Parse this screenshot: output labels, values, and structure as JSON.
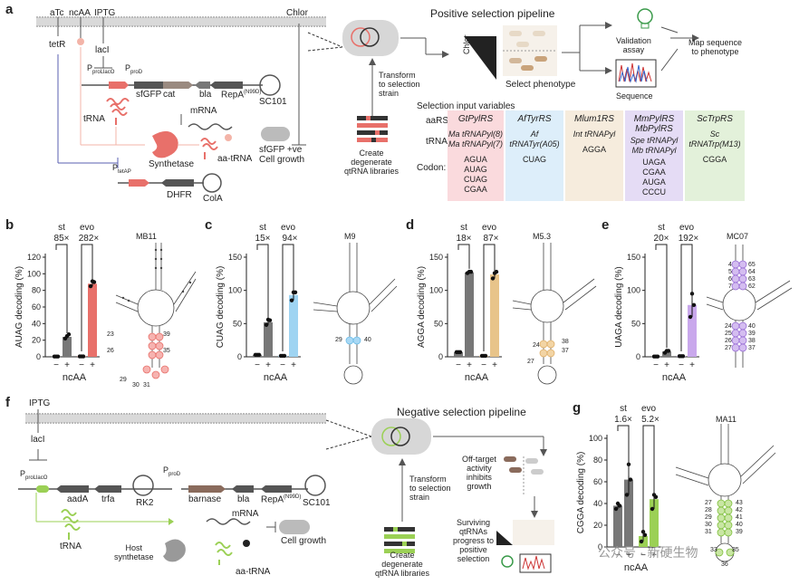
{
  "panels": {
    "a": {
      "label": "a",
      "inducers": {
        "atc": "aTc",
        "ncaa": "ncAA",
        "iptg": "IPTG",
        "chlor": "Chlor"
      },
      "genes": {
        "tetR": "tetR",
        "lacI": "lacI",
        "sfgfp": "sfGFP",
        "cat": "cat",
        "bla": "bla",
        "repa": "RepA",
        "repa_sup": "(N99D)",
        "sc101": "SC101",
        "dhfr": "DHFR",
        "cola": "ColA"
      },
      "promoters": {
        "p_prolaco": "P",
        "p_prolaco_sub": "proLlacO",
        "p_prod": "P",
        "p_prod_sub": "proD",
        "p_tetap": "P",
        "p_tetap_sub": "tetAP"
      },
      "labels": {
        "trna": "tRNA",
        "mrna": "mRNA",
        "synthetase": "Synthetase",
        "aa_trna": "aa-tRNA",
        "sfgfp_ve": "sfGFP +ve",
        "cell_growth": "Cell growth"
      },
      "pipeline": {
        "title": "Positive selection pipeline",
        "transform": "Transform\nto selection\nstrain",
        "create": "Create\ndegenerate\nqtRNA libraries",
        "chlor": "Chlor",
        "select_phenotype": "Select phenotype",
        "validation": "Validation\nassay",
        "sequence": "Sequence",
        "map": "Map sequence\nto phenotype"
      },
      "selection": {
        "title": "Selection input variables",
        "row_aars": "aaRS:",
        "row_trna": "tRNA:",
        "row_codon": "Codon:",
        "columns": [
          {
            "aars": "GtPylRS",
            "trna": "Ma tRNAPyl(8)\nMa tRNAPyl(7)",
            "codons": "AGUA\nAUAG\nCUAG\nCGAA",
            "color": "#fadadd"
          },
          {
            "aars": "AfTyrRS",
            "trna": "Af tRNATyr(A05)",
            "codons": "CUAG",
            "color": "#ddeefa"
          },
          {
            "aars": "Mlum1RS",
            "trna": "Int tRNAPyl",
            "codons": "AGGA",
            "color": "#f6ecdd"
          },
          {
            "aars": "MmPylRS\nMbPylRS",
            "trna": "Spe tRNAPyl\nMb tRNAPyl",
            "codons": "UAGA\nCGAA\nAUGA\nCCCU",
            "color": "#e5dcf5"
          },
          {
            "aars": "ScTrpRS",
            "trna": "Sc tRNATrp(M13)",
            "codons": "CGGA",
            "color": "#e3f1da"
          }
        ]
      }
    },
    "b": {
      "label": "b",
      "structure": "MB11",
      "ylabel": "AUAG decoding (%)",
      "xlabel": "ncAA",
      "st": "st",
      "evo": "evo",
      "fold_st": "85×",
      "fold_evo": "282×",
      "color": "#e8706a",
      "numbers": [
        "39",
        "23",
        "35",
        "26",
        "31",
        "29",
        "30"
      ]
    },
    "c": {
      "label": "c",
      "structure": "M9",
      "ylabel": "CUAG decoding (%)",
      "xlabel": "ncAA",
      "st": "st",
      "evo": "evo",
      "fold_st": "15×",
      "fold_evo": "94×",
      "color": "#9fd4f2",
      "numbers": [
        "29",
        "40"
      ]
    },
    "d": {
      "label": "d",
      "structure": "M5.3",
      "ylabel": "AGGA decoding (%)",
      "xlabel": "ncAA",
      "st": "st",
      "evo": "evo",
      "fold_st": "18×",
      "fold_evo": "87×",
      "color": "#e8c48a",
      "numbers": [
        "24",
        "38",
        "37",
        "27"
      ]
    },
    "e": {
      "label": "e",
      "structure": "MC07",
      "ylabel": "UAGA decoding (%)",
      "xlabel": "ncAA",
      "st": "st",
      "evo": "evo",
      "fold_st": "20×",
      "fold_evo": "192×",
      "color": "#c9a8ec",
      "numbers": [
        "4",
        "5",
        "6",
        "7",
        "65",
        "64",
        "63",
        "62",
        "24",
        "25",
        "26",
        "27",
        "40",
        "39",
        "38",
        "37"
      ]
    },
    "f": {
      "label": "f",
      "iptg": "IPTG",
      "genes": {
        "laci": "lacI",
        "aada": "aadA",
        "trfa": "trfa",
        "rk2": "RK2",
        "barnase": "barnase",
        "bla": "bla",
        "repa": "RepA",
        "repa_sup": "(N99D)",
        "sc101": "SC101"
      },
      "promoters": {
        "p_prolaco": "P",
        "p_prolaco_sub": "proLlacO",
        "p_prod": "P",
        "p_prod_sub": "proD"
      },
      "labels": {
        "trna": "tRNA",
        "mrna": "mRNA",
        "host_synthetase": "Host\nsynthetase",
        "aa_trna": "aa-tRNA",
        "cell_growth": "Cell growth"
      },
      "pipeline": {
        "title": "Negative selection pipeline",
        "transform": "Transform\nto selection\nstrain",
        "create": "Create\ndegenerate\nqtRNA libraries",
        "offtarget": "Off-target\nactivity\ninhibits\ngrowth",
        "surviving": "Surviving\nqtRNAs\nprogress to\npositive\nselection"
      }
    },
    "g": {
      "label": "g",
      "structure": "MA11",
      "ylabel": "CGGA decoding (%)",
      "xlabel": "ncAA",
      "st": "st",
      "evo": "evo",
      "fold_st": "1.6×",
      "fold_evo": "5.2×",
      "color": "#9bd055",
      "numbers": [
        "27",
        "43",
        "28",
        "42",
        "29",
        "41",
        "30",
        "40",
        "31",
        "39",
        "36",
        "33",
        "35"
      ]
    }
  },
  "chart_data": [
    {
      "type": "bar",
      "panel": "b",
      "ylabel": "AUAG decoding (%)",
      "xlabel": "ncAA",
      "categories": [
        "st −",
        "st +",
        "evo −",
        "evo +"
      ],
      "values": [
        0.3,
        24,
        0.5,
        88
      ],
      "ylim": [
        0,
        120
      ],
      "yticks": [
        0,
        20,
        40,
        60,
        80,
        100,
        120
      ],
      "points": [
        [
          0.3,
          0.3,
          0.3
        ],
        [
          22,
          25,
          27
        ],
        [
          0.5,
          0.5,
          0.5
        ],
        [
          85,
          91,
          90
        ]
      ]
    },
    {
      "type": "bar",
      "panel": "c",
      "ylabel": "CUAG decoding (%)",
      "xlabel": "ncAA",
      "categories": [
        "st −",
        "st +",
        "evo −",
        "evo +"
      ],
      "values": [
        3,
        52,
        1.5,
        93
      ],
      "ylim": [
        0,
        150
      ],
      "yticks": [
        0,
        50,
        100,
        150
      ],
      "points": [
        [
          3,
          3,
          3
        ],
        [
          48,
          56,
          55
        ],
        [
          1.5,
          1.5,
          1.5
        ],
        [
          85,
          97,
          97
        ]
      ]
    },
    {
      "type": "bar",
      "panel": "d",
      "ylabel": "AGGA decoding (%)",
      "xlabel": "ncAA",
      "categories": [
        "st −",
        "st +",
        "evo −",
        "evo +"
      ],
      "values": [
        7,
        127,
        1.5,
        124
      ],
      "ylim": [
        0,
        150
      ],
      "yticks": [
        0,
        50,
        100,
        150
      ],
      "points": [
        [
          7,
          7,
          7
        ],
        [
          126,
          128,
          128
        ],
        [
          1.5,
          1.5,
          1.5
        ],
        [
          118,
          126,
          128
        ]
      ]
    },
    {
      "type": "bar",
      "panel": "e",
      "ylabel": "UAGA decoding (%)",
      "xlabel": "ncAA",
      "categories": [
        "st −",
        "st +",
        "evo −",
        "evo +"
      ],
      "values": [
        0.4,
        8,
        1,
        78
      ],
      "ylim": [
        0,
        150
      ],
      "yticks": [
        0,
        50,
        100,
        150
      ],
      "points": [
        [
          0.4,
          0.4,
          0.4
        ],
        [
          6,
          9,
          9
        ],
        [
          1,
          1,
          1
        ],
        [
          60,
          95,
          78
        ]
      ]
    },
    {
      "type": "bar",
      "panel": "g",
      "ylabel": "CGGA decoding (%)",
      "xlabel": "ncAA",
      "categories": [
        "st −",
        "st +",
        "evo −",
        "evo +"
      ],
      "values": [
        38,
        62,
        10,
        44
      ],
      "ylim": [
        0,
        100
      ],
      "yticks": [
        0,
        20,
        40,
        60,
        80,
        100
      ],
      "points": [
        [
          35,
          40,
          38
        ],
        [
          48,
          76,
          62
        ],
        [
          5,
          14,
          11
        ],
        [
          35,
          48,
          46
        ]
      ]
    }
  ],
  "watermark": "公众号 · 新硬生物"
}
